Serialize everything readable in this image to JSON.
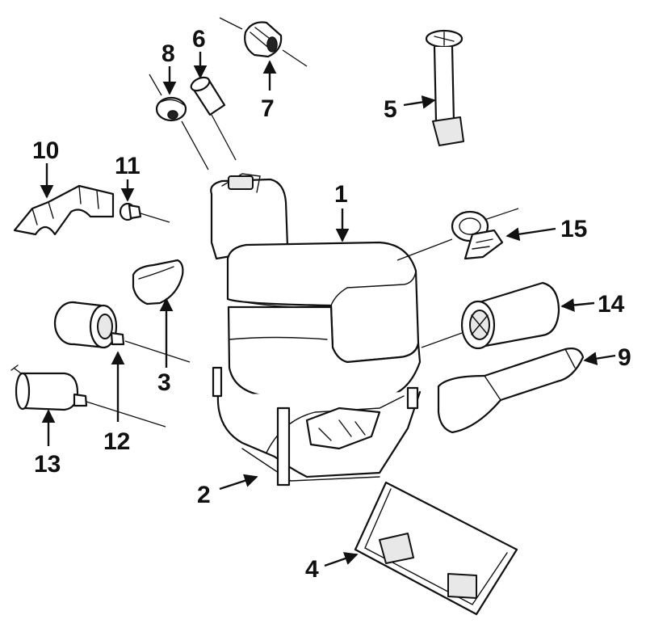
{
  "diagram": {
    "type": "exploded parts diagram",
    "callouts": [
      {
        "id": "c1",
        "label": "1"
      },
      {
        "id": "c2",
        "label": "2"
      },
      {
        "id": "c3",
        "label": "3"
      },
      {
        "id": "c4",
        "label": "4"
      },
      {
        "id": "c5",
        "label": "5"
      },
      {
        "id": "c6",
        "label": "6"
      },
      {
        "id": "c7",
        "label": "7"
      },
      {
        "id": "c8",
        "label": "8"
      },
      {
        "id": "c9",
        "label": "9"
      },
      {
        "id": "c10",
        "label": "10"
      },
      {
        "id": "c11",
        "label": "11"
      },
      {
        "id": "c12",
        "label": "12"
      },
      {
        "id": "c13",
        "label": "13"
      },
      {
        "id": "c14",
        "label": "14"
      },
      {
        "id": "c15",
        "label": "15"
      }
    ],
    "colors": {
      "ink": "#111111",
      "paper": "#ffffff"
    }
  }
}
